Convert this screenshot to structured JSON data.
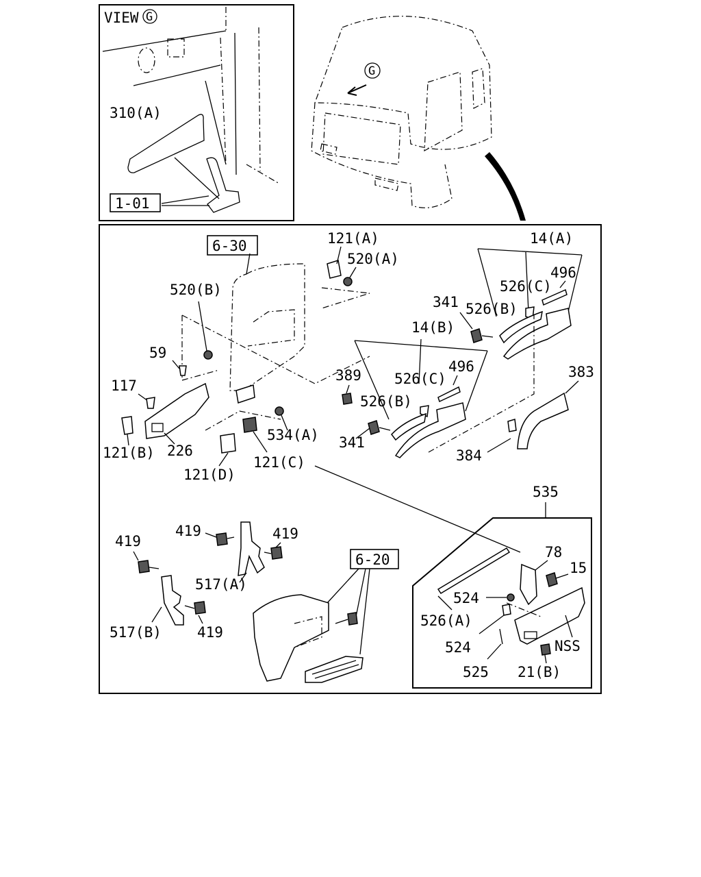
{
  "view": {
    "title": "VIEW",
    "marker": "G"
  },
  "refs": {
    "r_1_01": "1-01",
    "r_6_30": "6-30",
    "r_6_20": "6-20"
  },
  "labels": {
    "l310a": "310(A)",
    "l121a": "121(A)",
    "l520a": "520(A)",
    "l14a": "14(A)",
    "l526c_top": "526(C)",
    "l496_top": "496",
    "l341_top": "341",
    "l526b_top": "526(B)",
    "l520b": "520(B)",
    "l14b": "14(B)",
    "l59": "59",
    "l389": "389",
    "l526c_mid": "526(C)",
    "l496_mid": "496",
    "l117": "117",
    "l526b_mid": "526(B)",
    "l383": "383",
    "l534a": "534(A)",
    "l341_mid": "341",
    "l121b": "121(B)",
    "l226": "226",
    "l384": "384",
    "l121c": "121(C)",
    "l121d": "121(D)",
    "l535": "535",
    "l419_a": "419",
    "l419_b": "419",
    "l419_c": "419",
    "l419_d": "419",
    "l78": "78",
    "l15": "15",
    "l517a": "517(A)",
    "l524_a": "524",
    "l526a": "526(A)",
    "l524_b": "524",
    "l517b": "517(B)",
    "lnss": "NSS",
    "l525": "525",
    "l21b": "21(B)"
  }
}
